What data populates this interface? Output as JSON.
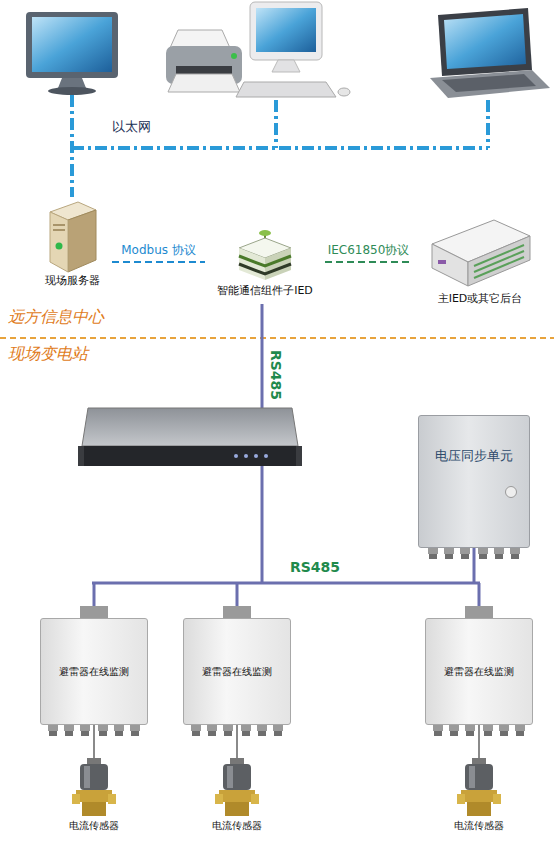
{
  "diagram": {
    "nodes": [
      {
        "text": [
          "现场服务器"
        ]
      },
      {
        "text": [
          "智能通信组件子IED"
        ]
      },
      {
        "text": [
          "主IED或其它后台"
        ]
      },
      {
        "text": [
          "电压同步单元"
        ]
      },
      {
        "text": [
          "避雷器在线监测"
        ]
      },
      {
        "text": [
          "避雷器在线监测"
        ]
      },
      {
        "text": [
          "避雷器在线监测"
        ]
      },
      {
        "text": [
          "电流传感器"
        ]
      },
      {
        "text": [
          "电流传感器"
        ]
      },
      {
        "text": [
          "电流传感器"
        ]
      }
    ],
    "edges": [
      {
        "from": 0,
        "to": 1,
        "arrow": "none",
        "label": "Modbus 协议"
      },
      {
        "from": 1,
        "to": 2,
        "arrow": "none",
        "label": "IEC61850协议"
      },
      {
        "from": 4,
        "to": 7,
        "arrow": "none"
      },
      {
        "from": 5,
        "to": 8,
        "arrow": "none"
      },
      {
        "from": 6,
        "to": 9,
        "arrow": "none"
      }
    ],
    "labels": [
      "以太网",
      "远方信息中心",
      "现场变电站",
      "RS485",
      "RS485"
    ]
  }
}
